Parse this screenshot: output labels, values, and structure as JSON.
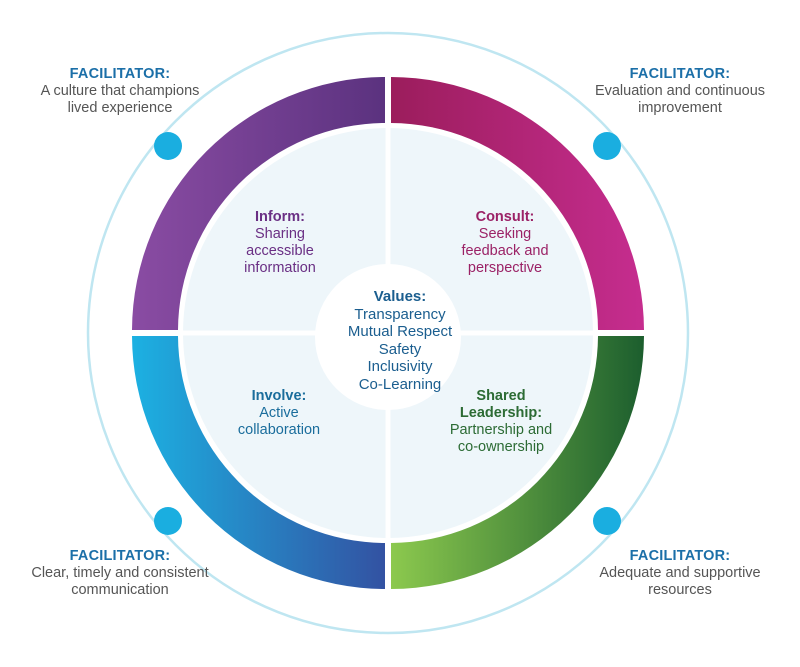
{
  "colors": {
    "outer_ring": "#bfe6f1",
    "inner_fill": "#eef6fa",
    "dot": "#1aaee0",
    "inform_start": "#8a4ca3",
    "inform_end": "#5b327f",
    "consult_start": "#9b1d5c",
    "consult_end": "#c62d8f",
    "involve_start": "#1cb1e2",
    "involve_end": "#3352a2",
    "shared_start": "#8cc94e",
    "shared_end": "#1c5e2e"
  },
  "facilitators": [
    {
      "id": "tl",
      "title": "FACILITATOR:",
      "text": "A culture that champions\nlived experience"
    },
    {
      "id": "tr",
      "title": "FACILITATOR:",
      "text": "Evaluation and continuous\nimprovement"
    },
    {
      "id": "bl",
      "title": "FACILITATOR:",
      "text": "Clear, timely and consistent\ncommunication"
    },
    {
      "id": "br",
      "title": "FACILITATOR:",
      "text": "Adequate and supportive\nresources"
    }
  ],
  "quadrants": {
    "inform": {
      "title": "Inform:",
      "text": "Sharing\naccessible\ninformation"
    },
    "consult": {
      "title": "Consult:",
      "text": "Seeking\nfeedback and\nperspective"
    },
    "involve": {
      "title": "Involve:",
      "text": "Active\ncollaboration"
    },
    "shared": {
      "title": "Shared\nLeadership:",
      "text": "Partnership and\nco-ownership"
    }
  },
  "values": {
    "title": "Values:",
    "items": [
      "Transparency",
      "Mutual Respect",
      "Safety",
      "Inclusivity",
      "Co-Learning"
    ]
  }
}
